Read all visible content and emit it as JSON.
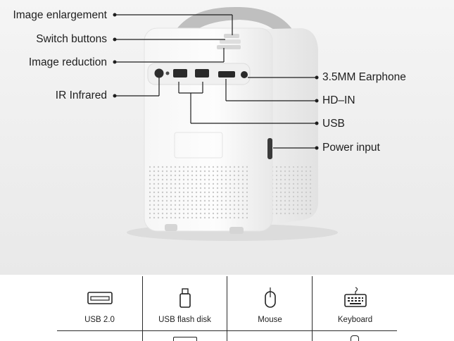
{
  "callouts": {
    "image_enlargement": "Image enlargement",
    "switch_buttons": "Switch buttons",
    "image_reduction": "Image reduction",
    "ir_infrared": "IR Infrared",
    "earphone": "3.5MM Earphone",
    "hd_in": "HD–IN",
    "usb": "USB",
    "power_input": "Power input"
  },
  "devices": [
    {
      "label": "USB 2.0",
      "icon": "usb-port-icon"
    },
    {
      "label": "USB flash disk",
      "icon": "usb-flash-drive-icon"
    },
    {
      "label": "Mouse",
      "icon": "mouse-icon"
    },
    {
      "label": "Keyboard",
      "icon": "keyboard-icon"
    }
  ],
  "colors": {
    "background": "#efefef",
    "projector_body": "#fbfbfb",
    "handle": "#bdbdbd",
    "line": "#2a2a2a"
  }
}
